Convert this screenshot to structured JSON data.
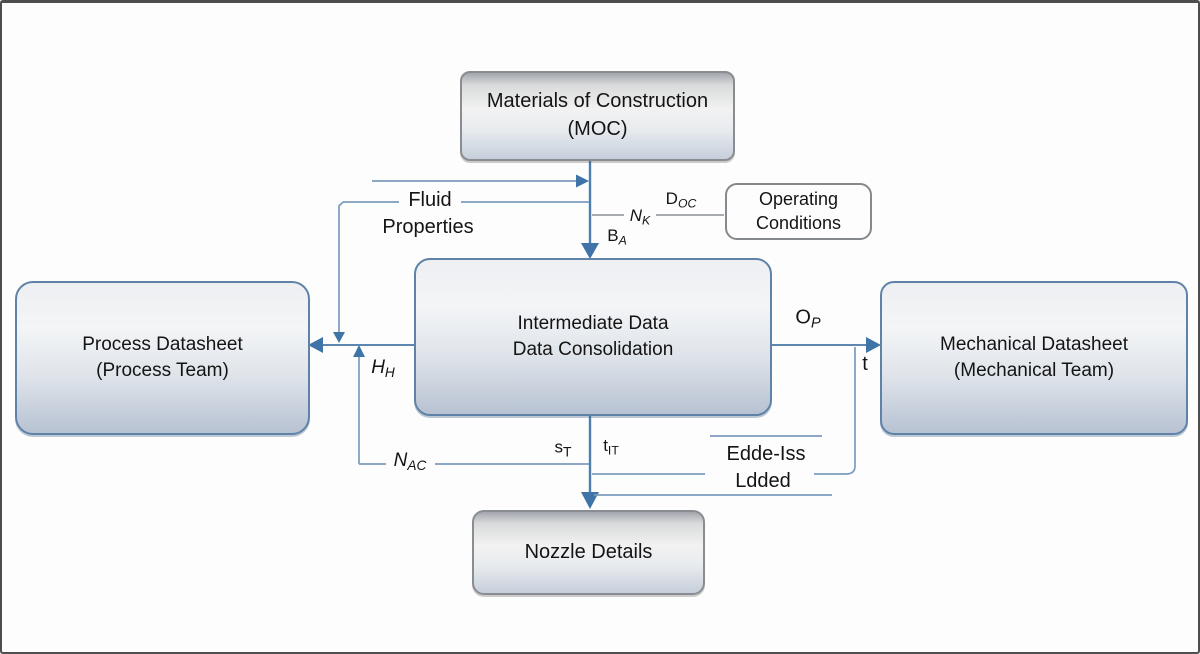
{
  "diagram": {
    "boxes": {
      "moc": {
        "line1": "Materials of Construction",
        "line2": "(MOC)"
      },
      "operating": {
        "line1": "Operating",
        "line2": "Conditions"
      },
      "center": {
        "line1": "Intermediate Data",
        "line2": "Data Consolidation"
      },
      "process": {
        "line1": "Process Datasheet",
        "line2": "(Process Team)"
      },
      "mechanical": {
        "line1": "Mechanical Datasheet",
        "line2": "(Mechanical Team)"
      },
      "nozzle": {
        "line1": "Nozzle Details"
      }
    },
    "labels": {
      "fluid_line1": "Fluid",
      "fluid_line2": "Properties",
      "ba": {
        "main": "B",
        "sub": "A"
      },
      "nk": {
        "main": "N",
        "sub": "K"
      },
      "doc": {
        "main": "D",
        "sub": "OC"
      },
      "op": {
        "main": "O",
        "sub": "P"
      },
      "t": "t",
      "hh": {
        "main": "H",
        "sub": "H"
      },
      "nac": {
        "main": "N",
        "sub": "AC"
      },
      "st": {
        "main": "s",
        "sub": "T"
      },
      "tit": {
        "main": "t",
        "sub": "IT"
      },
      "edde_line1": "Edde-Iss",
      "edde_line2": "Ldded"
    },
    "colors": {
      "arrow_head": "#3f74a8",
      "wire_blue": "#7b9cbe",
      "wire_gray": "#9b9fa4",
      "box_border_blue": "#5f83a8",
      "box_border_gray": "#898c90"
    }
  }
}
